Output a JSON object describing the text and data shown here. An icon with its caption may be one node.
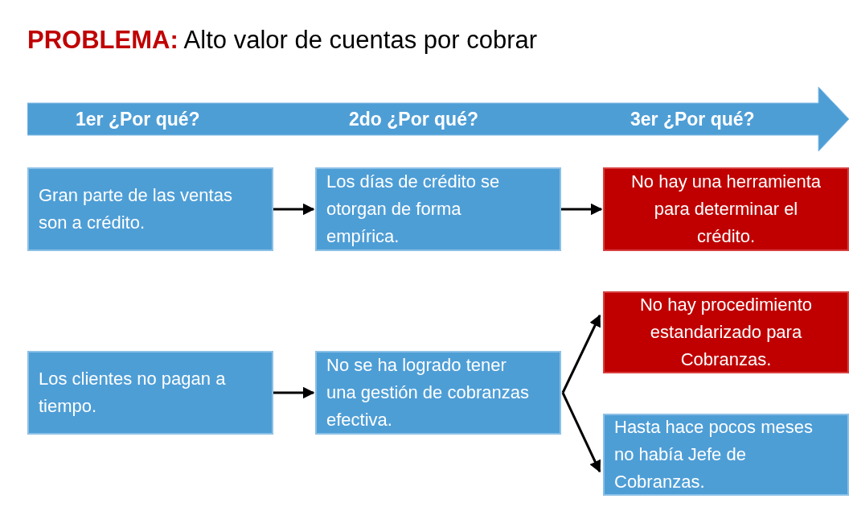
{
  "diagram": {
    "title": "**PROBLEMA:** Alto valor de cuentas por cobrar",
    "nodes": [
      {
        "text": [
          "1er ¿Por qué?",
          "2do ¿Por qué?",
          "3er ¿Por qué?"
        ]
      },
      {
        "text": [
          "Gran parte de las ventas son a crédito."
        ]
      },
      {
        "text": [
          "Los días de crédito se otorgan de forma empírica."
        ]
      },
      {
        "text": [
          "No hay una herramienta para determinar el crédito."
        ]
      },
      {
        "text": [
          "No hay procedimiento estandarizado para Cobranzas."
        ]
      },
      {
        "text": [
          "Los clientes no pagan a tiempo."
        ]
      },
      {
        "text": [
          "No se ha logrado tener una gestión de cobranzas efectiva."
        ]
      },
      {
        "text": [
          "Hasta hace pocos meses no había Jefe de Cobranzas."
        ]
      }
    ],
    "edges": [
      {
        "from": 1,
        "to": 2,
        "arrow": "to"
      },
      {
        "from": 2,
        "to": 3,
        "arrow": "to"
      },
      {
        "from": 5,
        "to": 6,
        "arrow": "to"
      },
      {
        "from": 6,
        "to": 4,
        "arrow": "to"
      },
      {
        "from": 6,
        "to": 7,
        "arrow": "to"
      }
    ]
  }
}
